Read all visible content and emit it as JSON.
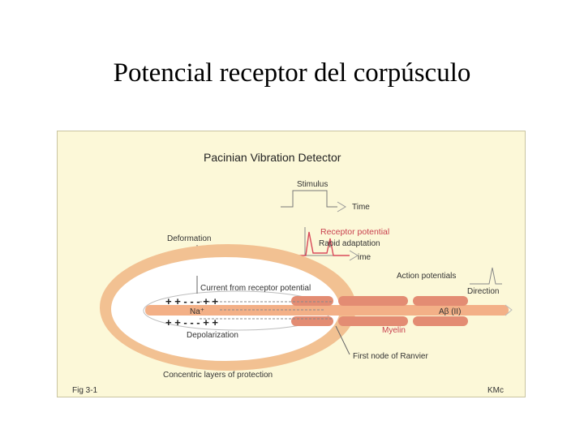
{
  "slide": {
    "title": "Potencial receptor del corpúsculo"
  },
  "figure": {
    "title": "Pacinian Vibration Detector",
    "stimulus_label": "Stimulus",
    "time_label": "Time",
    "receptor_potential_label": "Receptor potential",
    "rapid_adaptation_label": "Rapid adaptation",
    "time_label_2": "ime",
    "deformation_label": "Deformation",
    "action_potentials_label": "Action potentials",
    "direction_label": "Direction",
    "current_label": "Current from receptor potential",
    "na_label": "Na⁺",
    "depolarization_label": "Depolarization",
    "abeta_label": "Aβ (II)",
    "myelin_label": "Myelin",
    "ranvier_label": "First node of Ranvier",
    "layers_label": "Concentric layers of protection",
    "fig_label": "Fig 3-1",
    "credit_label": "KMc",
    "charges_top": "+ + - - - + +",
    "charges_bottom": "+ + - - - + +",
    "colors": {
      "capsule": "#f2c192",
      "myelin": "#e38c73",
      "potential": "#d94a5a",
      "axon": "#f3b087"
    }
  }
}
